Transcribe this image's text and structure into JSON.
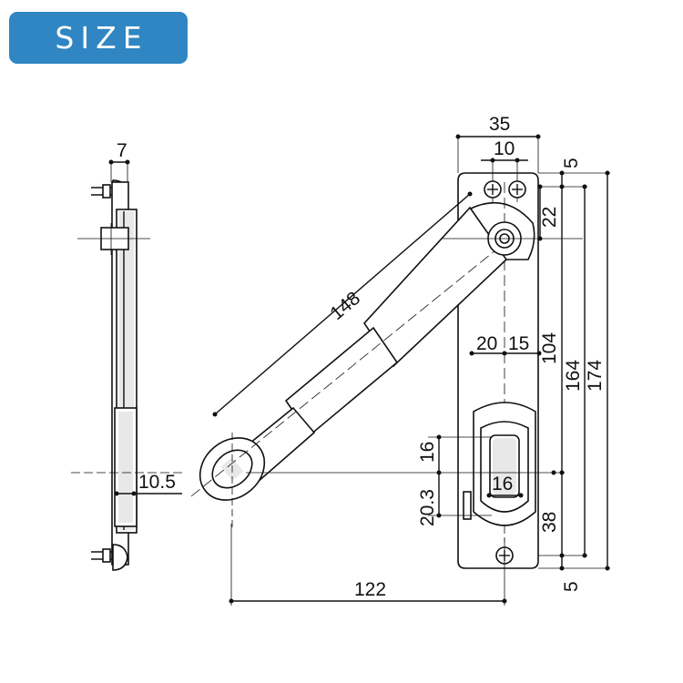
{
  "badge": {
    "label": "SIZE",
    "color": "#2f86c3"
  },
  "dimensions": {
    "side_width": "7",
    "side_offset": "10.5",
    "arm_length": "148",
    "plate_width": "35",
    "hole_spacing": "10",
    "top_margin": "5",
    "pivot_offset": "22",
    "left_offset": "20",
    "right_offset": "15",
    "slot_length": "104",
    "inner_length": "164",
    "total_length": "174",
    "slot_height": "16",
    "slot_width": "16",
    "eye_offset": "20.3",
    "bottom_slot": "38",
    "bottom_margin": "5",
    "horizontal_span": "122"
  },
  "icons": [
    "screw-icon",
    "pivot-icon"
  ]
}
